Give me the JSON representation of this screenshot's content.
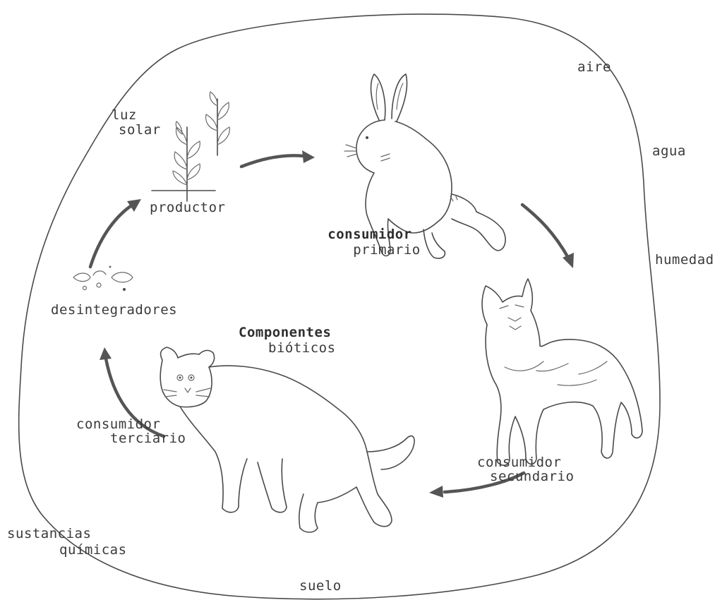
{
  "environment": {
    "aire": "aire",
    "agua": "agua",
    "humedad": "humedad",
    "luz": "luz",
    "solar": "solar",
    "sustancias": "sustancias",
    "quimicas": "químicas",
    "suelo": "suelo"
  },
  "organisms": {
    "productor": "productor",
    "consumidor_primario": [
      "consumidor",
      "primario"
    ],
    "consumidor_secundario": [
      "consumidor",
      "secundario"
    ],
    "consumidor_terciario": [
      "consumidor",
      "terciario"
    ],
    "desintegradores": "desintegradores"
  },
  "center": [
    "Componentes",
    "bióticos"
  ],
  "colors": {
    "ink": "#3a3a3a",
    "arrow": "#555555"
  }
}
